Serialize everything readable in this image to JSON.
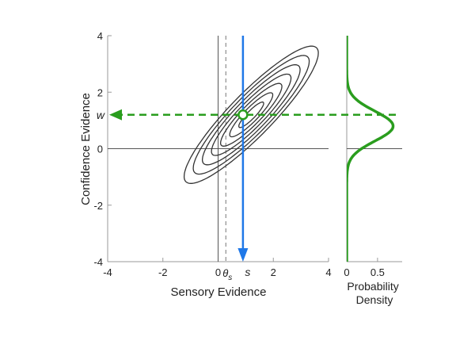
{
  "colors": {
    "axis": "#9a9a9a",
    "contour": "#333333",
    "blue": "#1f78e8",
    "green": "#2a9d1e",
    "zero": "#555555",
    "threshold": "#777777"
  },
  "chart_data": [
    {
      "type": "contour",
      "xlabel": "Sensory Evidence",
      "ylabel": "Confidence Evidence",
      "xlim": [
        -4,
        4
      ],
      "ylim": [
        -4,
        4
      ],
      "xticks": [
        -4,
        -2,
        0,
        2,
        4
      ],
      "yticks": [
        -4,
        -2,
        0,
        2,
        4
      ],
      "xtick_labels": [
        "-4",
        "-2",
        "0",
        "2",
        "4"
      ],
      "ytick_labels": [
        "-4",
        "-2",
        "0",
        "2",
        "4"
      ],
      "grid": false,
      "distribution": {
        "mean": [
          1.2,
          1.2
        ],
        "sd": [
          1.0,
          1.0
        ],
        "correlation": 0.9,
        "contour_levels": 7
      },
      "threshold": {
        "label": "θ",
        "subscript": "s",
        "x": 0.28
      },
      "sample": {
        "x": 0.9,
        "y": 1.2,
        "x_label": "s",
        "y_label": "w"
      }
    },
    {
      "type": "line",
      "xlabel": "Probability\nDensity",
      "xlabel_lines": [
        "Probability",
        "Density"
      ],
      "xlim": [
        0,
        0.9
      ],
      "ylim": [
        -4,
        4
      ],
      "xticks": [
        0,
        0.5
      ],
      "xtick_labels": [
        "0",
        "0.5"
      ],
      "series": [
        {
          "mean": 0.8,
          "sd": 0.53
        }
      ]
    }
  ]
}
